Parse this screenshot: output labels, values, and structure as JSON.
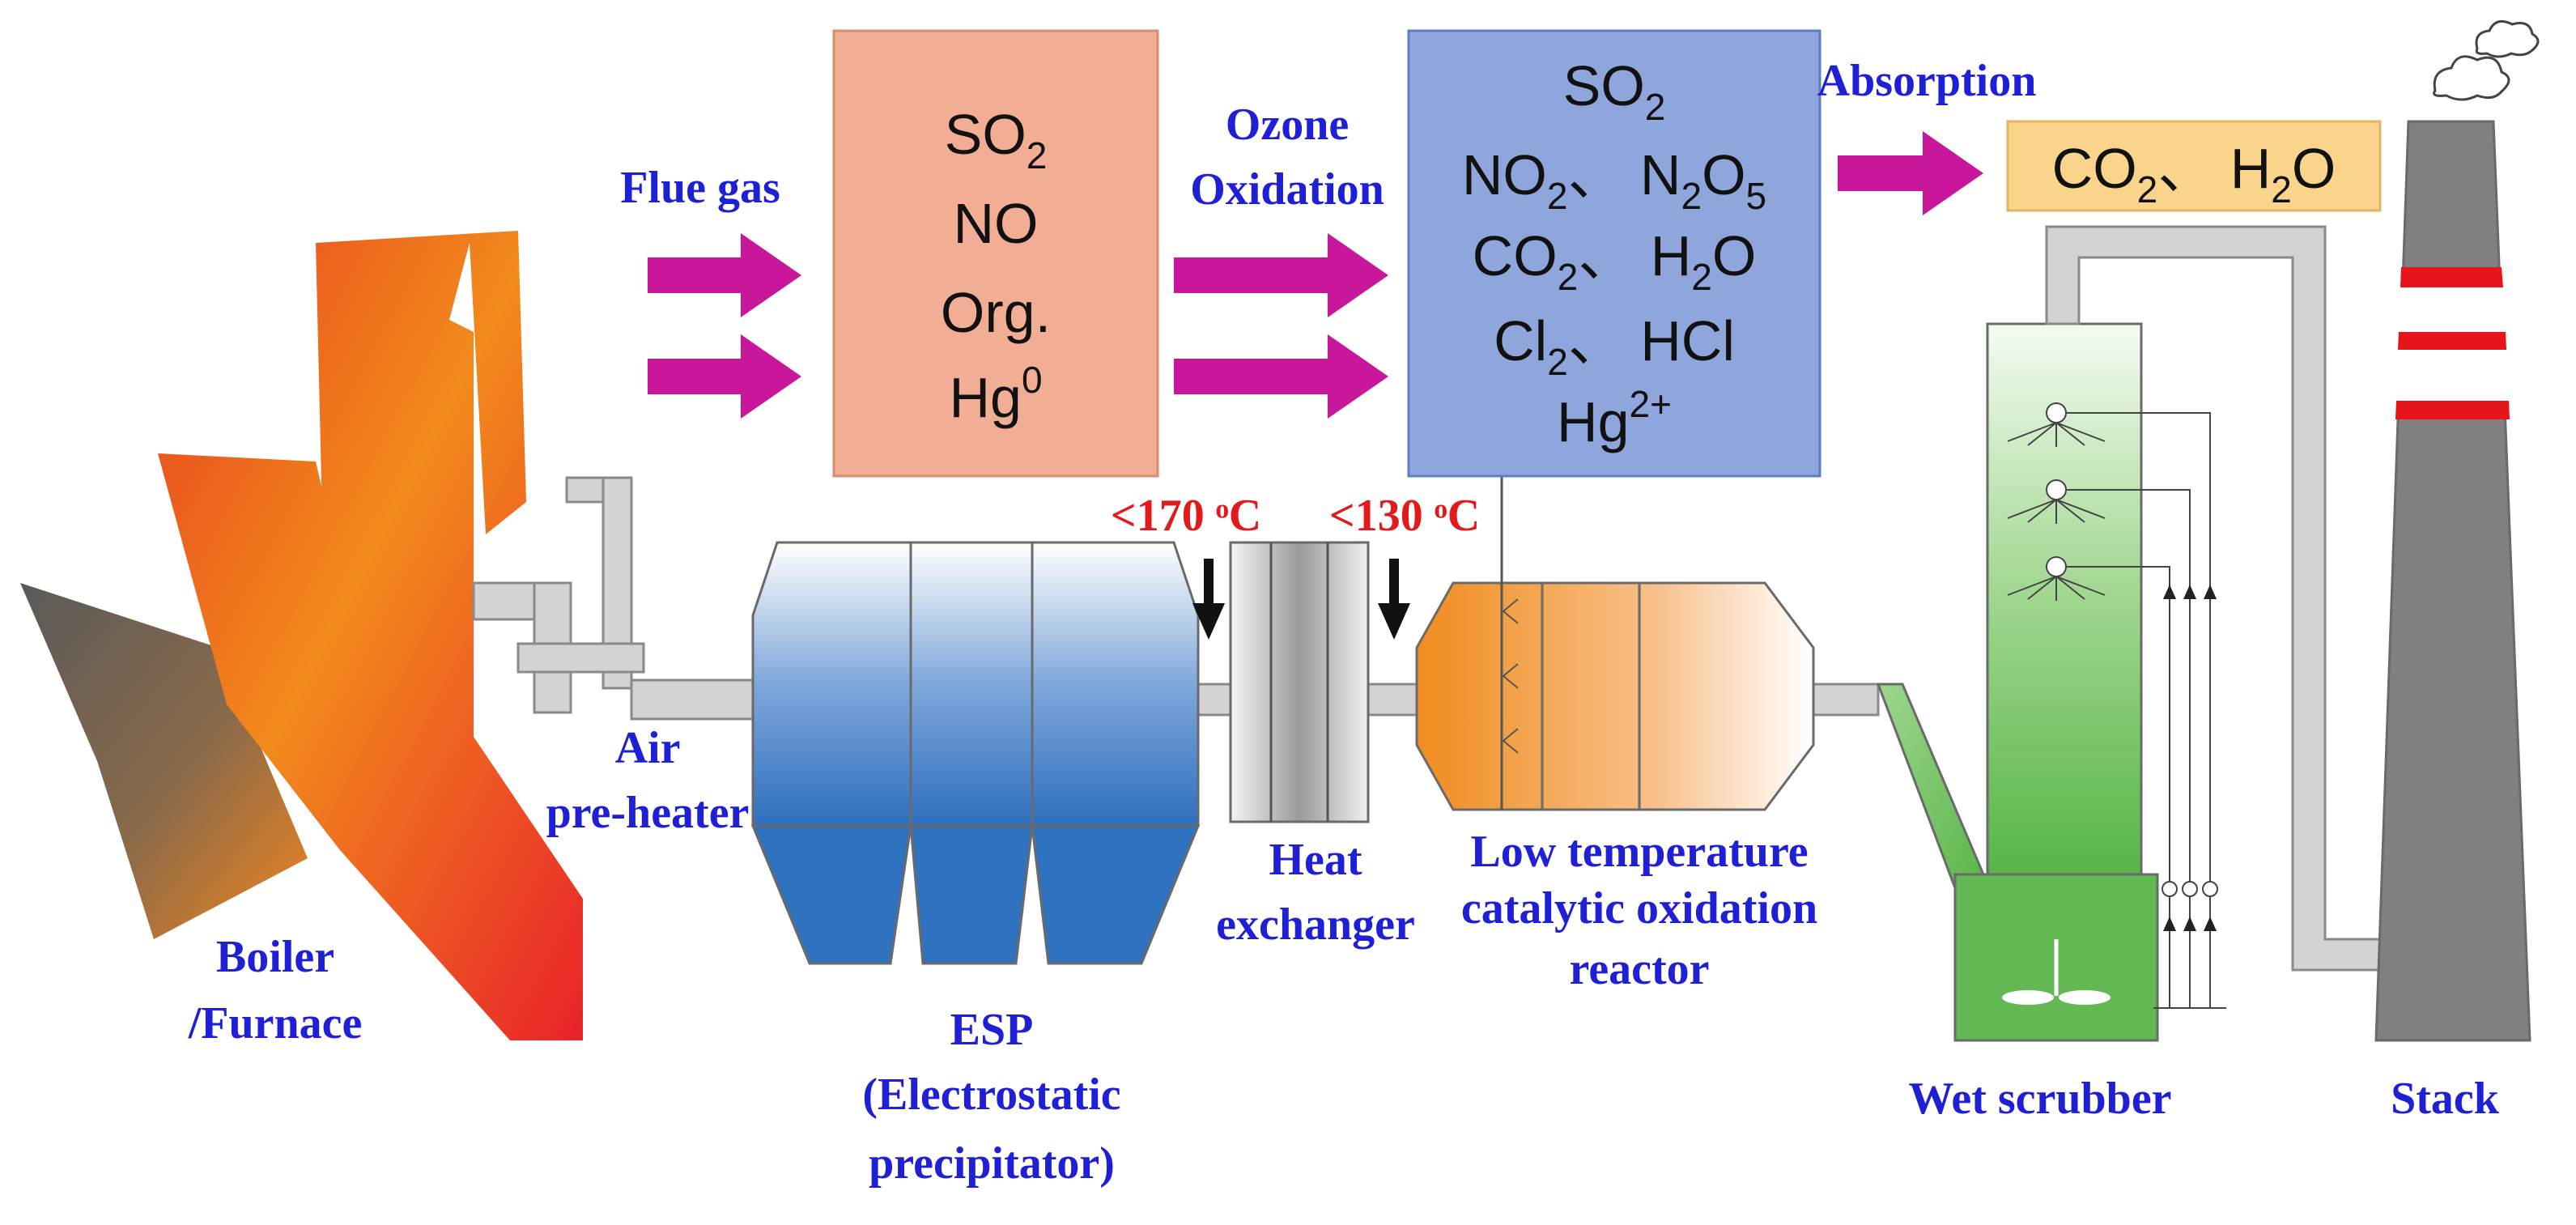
{
  "colors": {
    "label_blue": "#1f1fd6",
    "label_red": "#e11b1b",
    "arrow_magenta": "#c8179a",
    "box_salmon": "#f2ae95",
    "box_blue": "#8ea6dc",
    "box_yellow": "#fbd48c",
    "pipe_gray": "#d3d3d3",
    "stack_gray": "#808080",
    "stack_band_red": "#e8141c"
  },
  "labels": {
    "flue_gas": "Flue gas",
    "ozone_line1": "Ozone",
    "ozone_line2": "Oxidation",
    "absorption": "Absorption",
    "temp1": "<170 ᵒC",
    "temp2": "<130 ᵒC",
    "air_line1": "Air",
    "air_line2": "pre-heater",
    "boiler_line1": "Boiler",
    "boiler_line2": "/Furnace",
    "esp_line1": "ESP",
    "esp_line2": "(Electrostatic",
    "esp_line3": "precipitator)",
    "hx_line1": "Heat",
    "hx_line2": "exchanger",
    "reactor_line1": "Low temperature",
    "reactor_line2": "catalytic oxidation",
    "reactor_line3": "reactor",
    "scrubber": "Wet scrubber",
    "stack": "Stack"
  },
  "box1": {
    "l1_a": "SO",
    "l1_sub": "2",
    "l2": "NO",
    "l3": "Org.",
    "l4_a": "Hg",
    "l4_sup": "0"
  },
  "box2": {
    "l1_a": "SO",
    "l1_sub": "2",
    "l2_a": "NO",
    "l2_sub1": "2",
    "l2_b": "、 N",
    "l2_sub2": "2",
    "l2_c": "O",
    "l2_sub3": "5",
    "l3_a": "CO",
    "l3_sub1": "2",
    "l3_b": "、 H",
    "l3_sub2": "2",
    "l3_c": "O",
    "l4_a": "Cl",
    "l4_sub": "2",
    "l4_b": "、 HCl",
    "l5_a": "Hg",
    "l5_sup": "2+"
  },
  "box3": {
    "a": "CO",
    "sub1": "2",
    "b": "、 H",
    "sub2": "2",
    "c": "O"
  }
}
